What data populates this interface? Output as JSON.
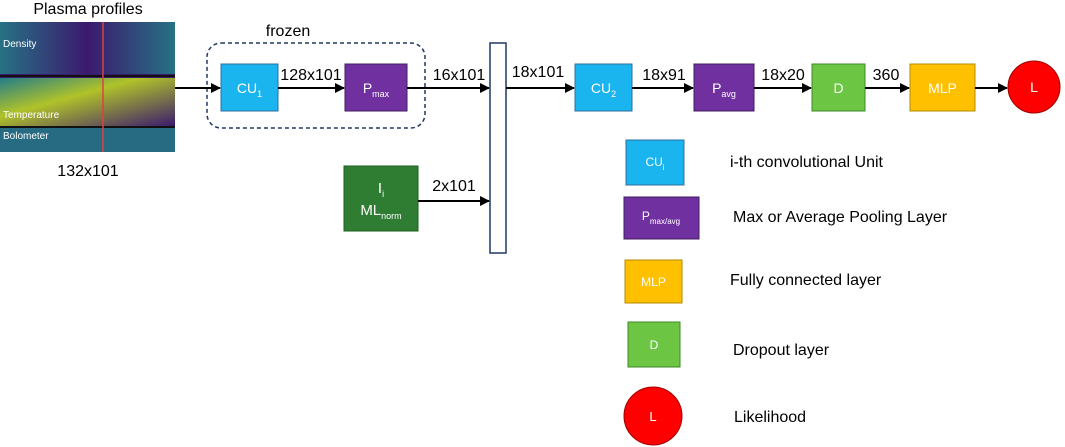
{
  "colors": {
    "cu": "#1ab4ee",
    "pool": "#7030a0",
    "dropout": "#6cc644",
    "mlp": "#ffc000",
    "likelihood": "#ff0000",
    "input": "#2e7d32",
    "frame": "#203864",
    "spectrogram_low": "#3b1a6e",
    "spectrogram_mid": "#1f8f8c",
    "spectrogram_high": "#c5e01d"
  },
  "input_image": {
    "title": "Plasma profiles",
    "bands": [
      "Density",
      "Temperature",
      "Bolometer"
    ],
    "size_label": "132x101"
  },
  "frozen_label": "frozen",
  "blocks": {
    "cu1": {
      "main": "CU",
      "sub": "1"
    },
    "pmax": {
      "main": "P",
      "sub": "max"
    },
    "cu2": {
      "main": "CU",
      "sub": "2"
    },
    "pavg": {
      "main": "P",
      "sub": "avg"
    },
    "dropout": {
      "main": "D"
    },
    "mlp": {
      "main": "MLP"
    },
    "likelihood": {
      "main": "L"
    },
    "extra_input": {
      "line1_main": "I",
      "line1_sub": "i",
      "line2_main": "ML",
      "line2_sub": "norm"
    }
  },
  "edges": {
    "cu1_to_pmax": "128x101",
    "pmax_to_concat": "16x101",
    "extra_to_concat": "2x101",
    "concat_to_cu2": "18x101",
    "cu2_to_pavg": "18x91",
    "pavg_to_dropout": "18x20",
    "dropout_to_mlp": "360"
  },
  "legend": [
    {
      "key": "cu",
      "main": "CU",
      "sub": "i",
      "text": "i-th convolutional Unit"
    },
    {
      "key": "pool",
      "main": "P",
      "sub": "max/avg",
      "text": "Max or Average Pooling Layer"
    },
    {
      "key": "mlp",
      "main": "MLP",
      "sub": "",
      "text": "Fully connected layer"
    },
    {
      "key": "dropout",
      "main": "D",
      "sub": "",
      "text": "Dropout layer"
    },
    {
      "key": "likelihood",
      "main": "L",
      "sub": "",
      "text": "Likelihood"
    }
  ]
}
